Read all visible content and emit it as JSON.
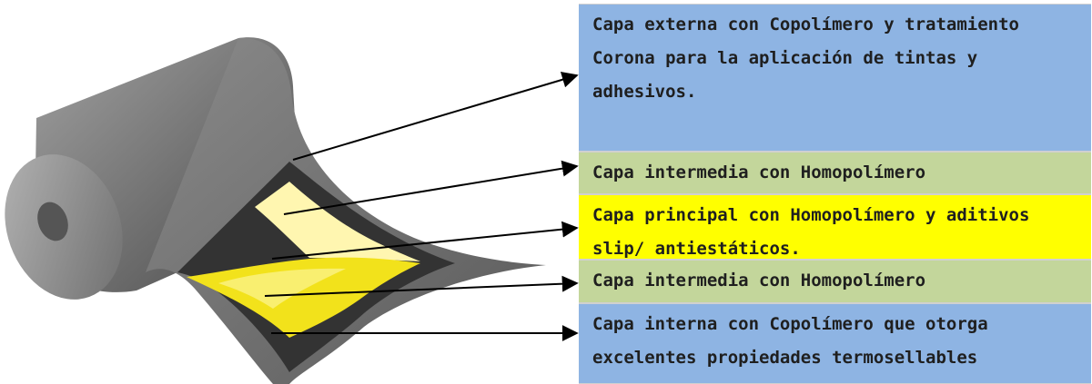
{
  "layers": [
    {
      "id": "outer",
      "text": "Capa externa con Copolímero y tratamiento Corona para la aplicación de tintas y adhesivos.",
      "color": "#8eb4e3"
    },
    {
      "id": "inter1",
      "text": "Capa intermedia con Homopolímero",
      "color": "#c3d69b"
    },
    {
      "id": "main",
      "text": "Capa principal con Homopolímero y aditivos slip/ antiestáticos.",
      "color": "#ffff00"
    },
    {
      "id": "inter2",
      "text": "Capa intermedia con Homopolímero",
      "color": "#c3d69b"
    },
    {
      "id": "inner",
      "text": "Capa interna con Copolímero que otorga excelentes propiedades  termosellables",
      "color": "#8eb4e3"
    }
  ],
  "colors": {
    "film": "#6e6e6e",
    "film_dark": "#3c3c3c",
    "core_yellow": "#f2e21b",
    "core_light": "#fff9b0"
  }
}
